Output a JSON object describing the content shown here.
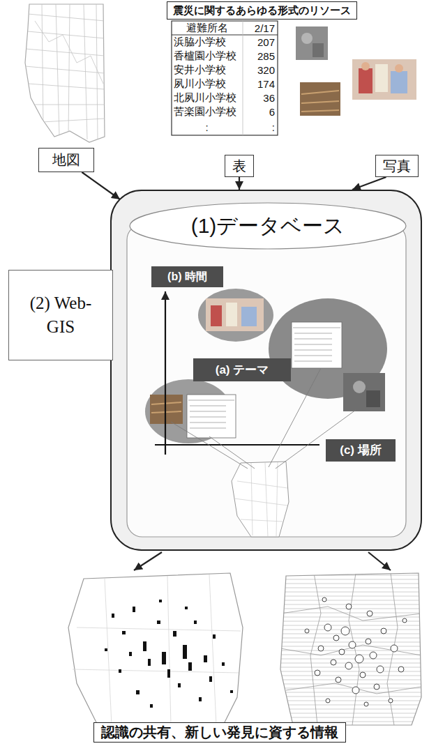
{
  "diagram": {
    "title": "震災に関するあらゆる形式のリソース",
    "caption": "認識の共有、新しい発見に資する情報",
    "nodes": [
      {
        "text": [
          "地図"
        ]
      },
      {
        "text": [
          "表"
        ]
      },
      {
        "text": [
          "写真"
        ]
      },
      {
        "text": [
          "(2) Web-GIS"
        ]
      },
      {
        "text": [
          "(1)データベース"
        ],
        "in": 3
      },
      {
        "text": [
          "(b) 時間"
        ],
        "in": 3
      },
      {
        "text": [
          "(a) テーマ"
        ],
        "in": 3
      },
      {
        "text": [
          "(c) 場所"
        ],
        "in": 3
      }
    ],
    "edges": [
      {
        "from": 0,
        "to": 3,
        "arrow": "to"
      },
      {
        "from": 1,
        "to": 3,
        "arrow": "to"
      },
      {
        "from": 2,
        "to": 3,
        "arrow": "to"
      }
    ],
    "labels": [
      "避難所名",
      "2/17",
      "浜脇小学校",
      "207",
      "香櫨園小学校",
      "285",
      "安井小学校",
      "320",
      "夙川小学校",
      "174",
      "北夙川小学校",
      "36",
      "苦楽園小学校",
      "6",
      ":",
      ":"
    ]
  }
}
